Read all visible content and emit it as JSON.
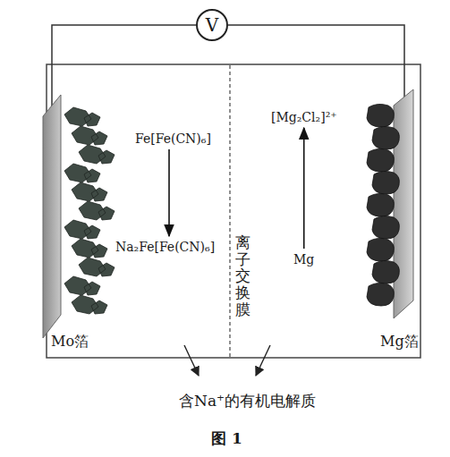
{
  "diagram": {
    "caption": "图 1",
    "nodes": [
      {
        "text": [
          "V"
        ]
      },
      {
        "text": [
          "Fe[Fe(CN)₆]"
        ]
      },
      {
        "text": [
          "Na₂Fe[Fe(CN)₆]"
        ]
      },
      {
        "text": [
          "[Mg₂Cl₂]²⁺"
        ]
      },
      {
        "text": [
          "Mg"
        ]
      }
    ],
    "edges": [
      {
        "from": 1,
        "to": 2,
        "arrow": "to"
      },
      {
        "from": 4,
        "to": 3,
        "arrow": "to"
      }
    ],
    "labels": [
      "离子交换膜",
      "Mo箔",
      "Mg箔",
      "含Na⁺的有机电解质"
    ]
  }
}
